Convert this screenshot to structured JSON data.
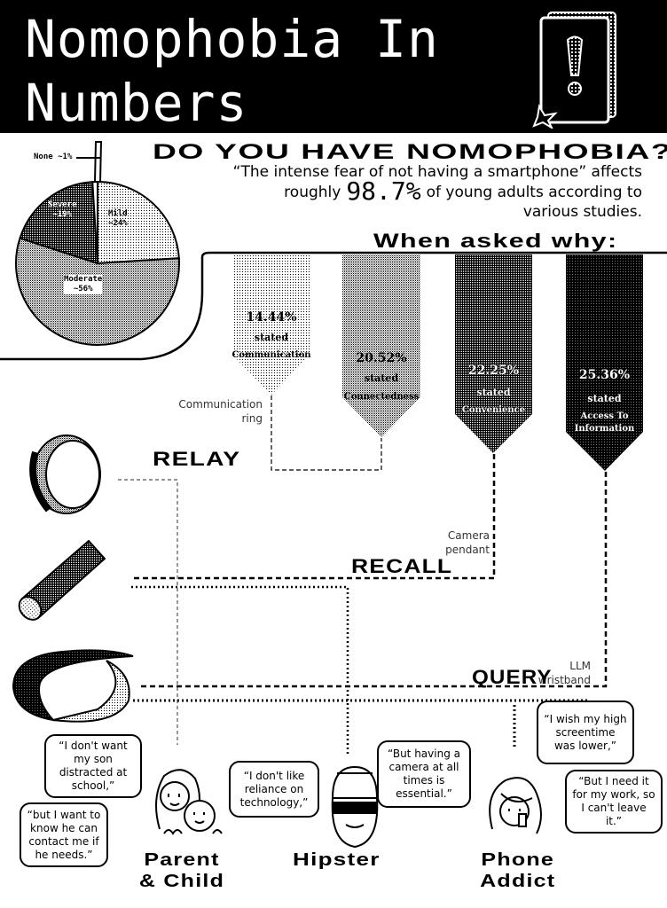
{
  "header": {
    "title_line1": "Nomophobia In",
    "title_line2": "Numbers"
  },
  "question": {
    "heading": "DO YOU HAVE NOMOPHOBIA?",
    "line1": "“The intense fear of not having a smartphone” affects",
    "line2_pre": "roughly",
    "stat": "98.7%",
    "line2_post": "of young adults according to",
    "line3": "various studies."
  },
  "why": {
    "heading": "When asked why:",
    "reasons": [
      {
        "percent": "14.44%",
        "stated": "stated",
        "reason": "Communication",
        "fill": "#e8e8e8"
      },
      {
        "percent": "20.52%",
        "stated": "stated",
        "reason": "Connectedness",
        "fill": "#bdbdbd"
      },
      {
        "percent": "22.25%",
        "stated": "stated",
        "reason": "Convenience",
        "fill": "#555555"
      },
      {
        "percent": "25.36%",
        "stated": "stated",
        "reason": "Access To Information",
        "fill": "#111111"
      }
    ]
  },
  "chart_data": {
    "type": "pie",
    "title": "Nomophobia severity",
    "slices": [
      {
        "label": "Mild",
        "value": 24,
        "text": "~24%",
        "fill": "#d8d8d8"
      },
      {
        "label": "Moderate",
        "value": 56,
        "text": "~56%",
        "fill": "#a8a8a8"
      },
      {
        "label": "Severe",
        "value": 19,
        "text": "~19%",
        "fill": "#333333"
      },
      {
        "label": "None",
        "value": 1,
        "text": "~1%",
        "fill": "#ffffff"
      }
    ]
  },
  "products": [
    {
      "desc_line1": "Communication",
      "desc_line2": "ring",
      "name": "RELAY"
    },
    {
      "desc_line1": "Camera",
      "desc_line2": "pendant",
      "name": "RECALL"
    },
    {
      "desc_line1": "LLM",
      "desc_line2": "wristband",
      "name": "QUERY"
    }
  ],
  "personas": [
    {
      "name_line1": "Parent",
      "name_line2": "& Child",
      "quotes": [
        "“I don't want my son distracted at school,”",
        "“but I want to know he can contact me if he needs.”"
      ]
    },
    {
      "name_line1": "Hipster",
      "name_line2": "",
      "quotes": [
        "“I don't like reliance on technology,”",
        "“But having a camera at all times is essential.”"
      ]
    },
    {
      "name_line1": "Phone",
      "name_line2": "Addict",
      "quotes": [
        "“I wish my high screentime was lower,”",
        "“But I need it for my work, so I can't leave it.”"
      ]
    }
  ]
}
